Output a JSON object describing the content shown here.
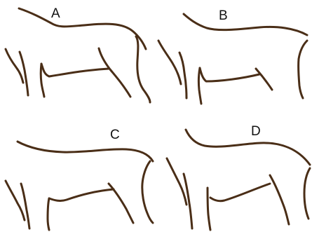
{
  "panels": [
    {
      "id": "A",
      "label": "A"
    },
    {
      "id": "B",
      "label": "B"
    },
    {
      "id": "C",
      "label": "C"
    },
    {
      "id": "D",
      "label": "D"
    }
  ],
  "colors": {
    "outline": "#4a2e17",
    "background": "#ffffff",
    "label": "#111111"
  }
}
